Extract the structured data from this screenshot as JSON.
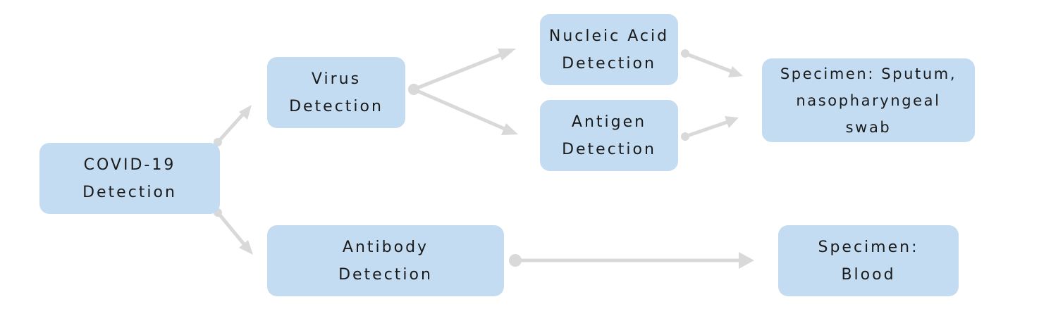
{
  "diagram": {
    "nodes": {
      "covid": {
        "line1": "COVID-19",
        "line2": "Detection"
      },
      "virus": {
        "line1": "Virus",
        "line2": "Detection"
      },
      "nucleic": {
        "line1": "Nucleic Acid",
        "line2": "Detection"
      },
      "antigen": {
        "line1": "Antigen",
        "line2": "Detection"
      },
      "sputum": {
        "line1": "Specimen: Sputum,",
        "line2": "nasopharyngeal",
        "line3": "swab"
      },
      "antibody": {
        "line1": "Antibody",
        "line2": "Detection"
      },
      "blood": {
        "line1": "Specimen:",
        "line2": "Blood"
      }
    },
    "edges": [
      {
        "from": "COVID-19 Detection",
        "to": "Virus Detection"
      },
      {
        "from": "COVID-19 Detection",
        "to": "Antibody Detection"
      },
      {
        "from": "Virus Detection",
        "to": "Nucleic Acid Detection"
      },
      {
        "from": "Virus Detection",
        "to": "Antigen Detection"
      },
      {
        "from": "Nucleic Acid Detection",
        "to": "Specimen: Sputum, nasopharyngeal swab"
      },
      {
        "from": "Antigen Detection",
        "to": "Specimen: Sputum, nasopharyngeal swab"
      },
      {
        "from": "Antibody Detection",
        "to": "Specimen: Blood"
      }
    ],
    "colors": {
      "node_fill": "#c3dcf2",
      "connector": "#d9d9d9",
      "text": "#1a1a1a",
      "background": "#ffffff"
    }
  }
}
